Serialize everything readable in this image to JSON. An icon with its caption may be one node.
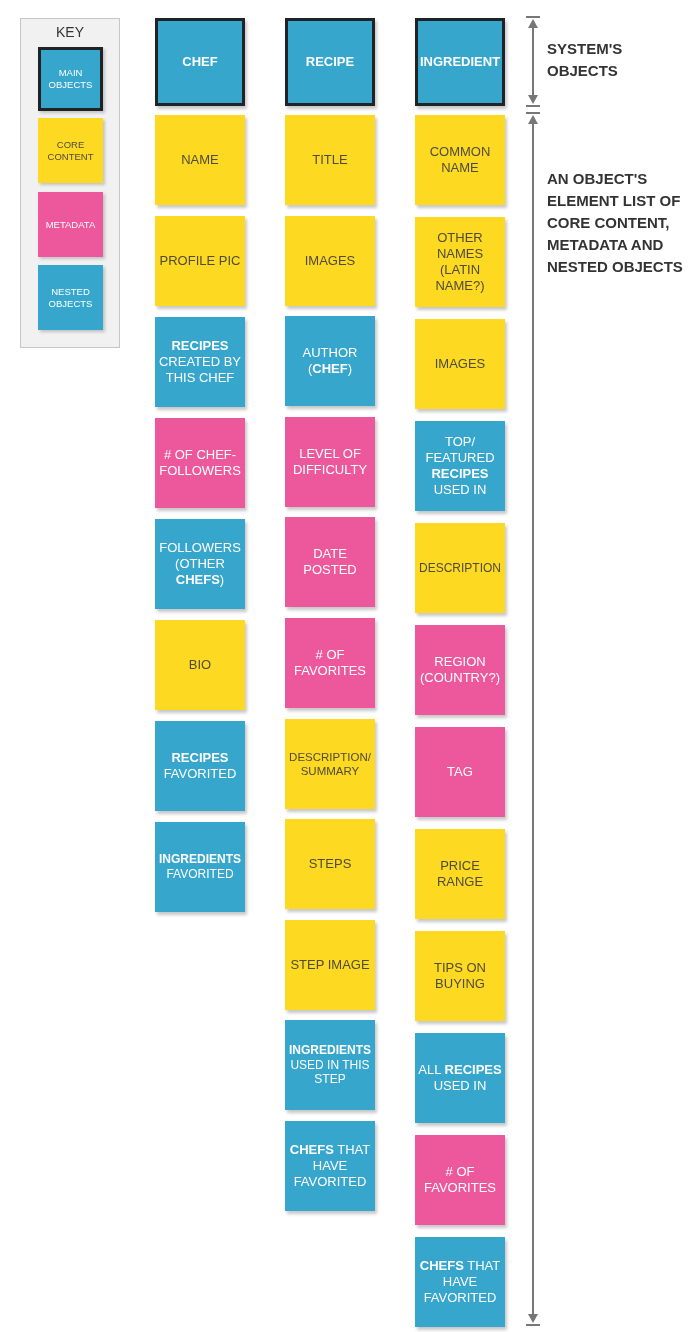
{
  "diagram": {
    "nodes": [
      {
        "text": [
          "CHEF"
        ]
      },
      {
        "text": [
          "NAME"
        ]
      },
      {
        "text": [
          "PROFILE PIC"
        ]
      },
      {
        "text": [
          "**RECIPES** CREATED BY THIS CHEF"
        ]
      },
      {
        "text": [
          "# OF CHEF-FOLLOWERS"
        ]
      },
      {
        "text": [
          "FOLLOWERS (OTHER **CHEFS**)"
        ]
      },
      {
        "text": [
          "BIO"
        ]
      },
      {
        "text": [
          "**RECIPES** FAVORITED"
        ]
      },
      {
        "text": [
          "**INGREDIENTS** FAVORITED"
        ]
      },
      {
        "text": [
          "RECIPE"
        ]
      },
      {
        "text": [
          "TITLE"
        ]
      },
      {
        "text": [
          "IMAGES"
        ]
      },
      {
        "text": [
          "AUTHOR (**CHEF**)"
        ]
      },
      {
        "text": [
          "LEVEL OF DIFFICULTY"
        ]
      },
      {
        "text": [
          "DATE POSTED"
        ]
      },
      {
        "text": [
          "# OF FAVORITES"
        ]
      },
      {
        "text": [
          "DESCRIPTION/ SUMMARY"
        ]
      },
      {
        "text": [
          "STEPS"
        ]
      },
      {
        "text": [
          "STEP IMAGE"
        ]
      },
      {
        "text": [
          "**INGREDIENTS** USED IN THIS STEP"
        ]
      },
      {
        "text": [
          "**CHEFS** THAT HAVE FAVORITED"
        ]
      },
      {
        "text": [
          "INGREDIENT"
        ]
      },
      {
        "text": [
          "COMMON NAME"
        ]
      },
      {
        "text": [
          "OTHER NAMES (LATIN NAME?)"
        ]
      },
      {
        "text": [
          "IMAGES"
        ]
      },
      {
        "text": [
          "TOP/ FEATURED **RECIPES** USED IN"
        ]
      },
      {
        "text": [
          "DESCRIPTION"
        ]
      },
      {
        "text": [
          "REGION (COUNTRY?)"
        ]
      },
      {
        "text": [
          "TAG"
        ]
      },
      {
        "text": [
          "PRICE RANGE"
        ]
      },
      {
        "text": [
          "TIPS ON BUYING"
        ]
      },
      {
        "text": [
          "ALL **RECIPES** USED IN"
        ]
      },
      {
        "text": [
          "# OF FAVORITES"
        ]
      },
      {
        "text": [
          "**CHEFS** THAT HAVE FAVORITED"
        ]
      }
    ],
    "labels": [
      "KEY",
      "SYSTEM'S OBJECTS",
      "AN OBJECT'S ELEMENT LIST OF CORE CONTENT, METADATA AND NESTED OBJECTS"
    ],
    "legend": [
      {
        "text": "MAIN OBJECTS",
        "color": "#36a6cd"
      },
      {
        "text": "CORE CONTENT",
        "color": "#fdd922"
      },
      {
        "text": "METADATA",
        "color": "#ed589c"
      },
      {
        "text": "NESTED OBJECTS",
        "color": "#36a6cd"
      }
    ]
  }
}
